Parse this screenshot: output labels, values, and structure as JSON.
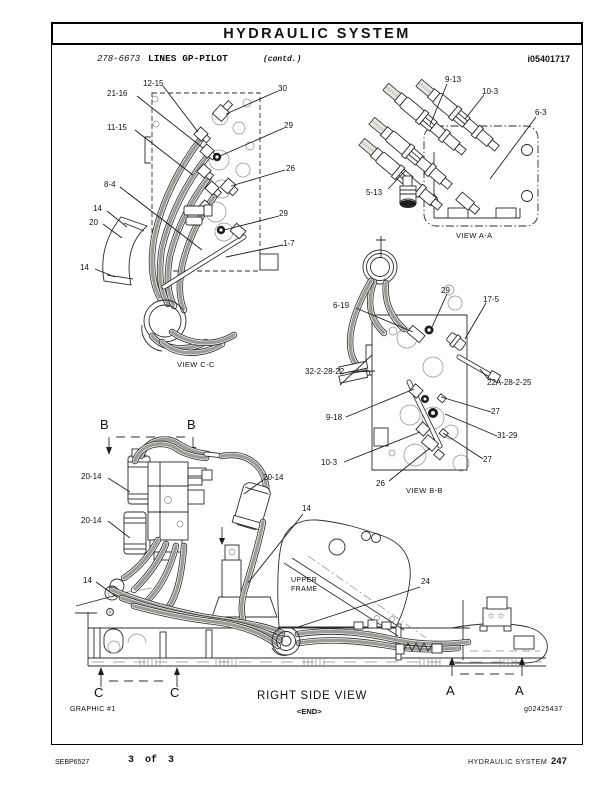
{
  "page": {
    "title": "HYDRAULIC SYSTEM",
    "part_number": "278-6673",
    "section_title": "LINES GP-PILOT",
    "contd": "(contd.)",
    "media_id": "i05401717"
  },
  "views": {
    "cc": {
      "label": "VIEW C-C",
      "callouts": [
        "12-15",
        "21-16",
        "30",
        "11-15",
        "29",
        "26",
        "8-4",
        "14",
        "20",
        "29",
        "1-7",
        "14"
      ]
    },
    "aa": {
      "label": "VIEW A-A",
      "callouts": [
        "9-13",
        "10-3",
        "6-3",
        "5-13"
      ]
    },
    "bb": {
      "label": "VIEW B-B",
      "callouts": [
        "29",
        "17-5",
        "6-19",
        "32-2-28-22",
        "22A-28-2-25",
        "9-18",
        "27",
        "31-29",
        "10-3",
        "27",
        "26"
      ]
    },
    "rs": {
      "label": "RIGHT SIDE VIEW",
      "end_marker": "<END>",
      "graphic_label": "GRAPHIC #1",
      "graphic_id": "g02425437",
      "upper_frame_line1": "UPPER",
      "upper_frame_line2": "FRAME",
      "section_b": "B",
      "section_c": "C",
      "section_a": "A",
      "callouts": [
        "20-14",
        "20-14",
        "20-14",
        "14",
        "14",
        "24"
      ]
    }
  },
  "footer": {
    "doc_code": "SEBP6527",
    "page_info": "3 of 3",
    "section": "HYDRAULIC SYSTEM",
    "page_number": "247"
  }
}
